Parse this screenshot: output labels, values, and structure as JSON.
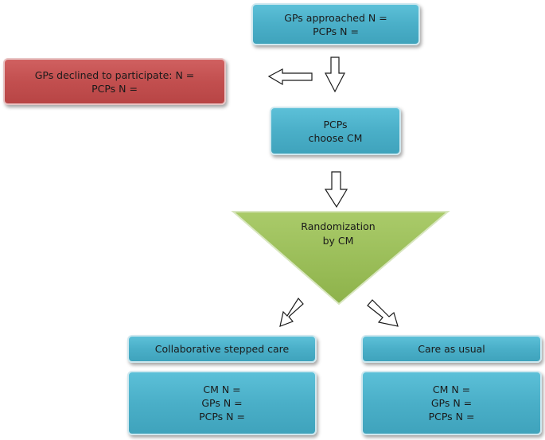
{
  "approached": {
    "line1": "GPs approached N =",
    "line2": "PCPs N ="
  },
  "declined": {
    "line1": "GPs declined to participate: N =",
    "line2": "PCPs N ="
  },
  "choose": {
    "line1": "PCPs",
    "line2": "choose CM"
  },
  "randomization": {
    "line1": "Randomization",
    "line2": "by CM"
  },
  "arms": [
    {
      "label": "Collaborative stepped care",
      "counts": [
        "CM N =",
        "GPs N =",
        "PCPs N ="
      ]
    },
    {
      "label": "Care as usual",
      "counts": [
        "CM N =",
        "GPs N =",
        "PCPs N ="
      ]
    }
  ],
  "colors": {
    "box_blue": "#4aafc8",
    "box_red": "#c24f4f",
    "triangle_green": "#9cbf5a"
  }
}
